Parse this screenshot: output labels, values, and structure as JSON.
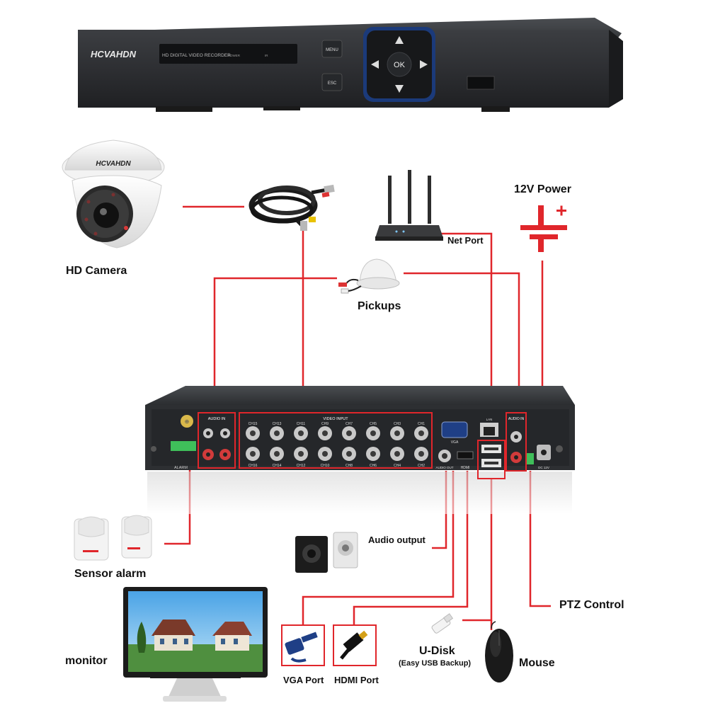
{
  "colors": {
    "wire": "#e0262b",
    "accent": "#e0262b",
    "dvr_body": "#2f3134",
    "dvr_panel": "#1c1d1f",
    "bnc_ring": "#c9c9c9"
  },
  "dvr_front": {
    "brand": "HCVAHDN",
    "model_text": "HD DIGITAL VIDEO RECORDER",
    "power_label": "POWER",
    "ir_label": "IR",
    "menu_button": "MENU",
    "esc_button": "ESC",
    "ok_button": "OK"
  },
  "camera": {
    "brand": "HCVAHDN"
  },
  "labels": {
    "hd_camera": "HD Camera",
    "net_port": "Net Port",
    "power": "12V Power",
    "pickups": "Pickups",
    "sensor_alarm": "Sensor alarm",
    "audio_output": "Audio output",
    "ptz_control": "PTZ Control",
    "monitor": "monitor",
    "vga_port": "VGA Port",
    "hdmi_port": "HDMI Port",
    "u_disk": "U-Disk",
    "u_disk_sub": "(Easy USB Backup)",
    "mouse": "Mouse"
  },
  "dvr_rear": {
    "audio_in_left": "AUDIO IN",
    "audio_in_right": "AUDIO IN",
    "video_input": "VIDEO INPUT",
    "alarm": "ALARM",
    "vga": "VGA",
    "lan": "LAN",
    "audio_out": "AUDIO OUT",
    "hdmi": "HDMI",
    "dc": "DC 12V",
    "channels_top": [
      "CH15",
      "CH13",
      "CH11",
      "CH9",
      "CH7",
      "CH5",
      "CH3",
      "CH1"
    ],
    "channels_bottom": [
      "CH16",
      "CH14",
      "CH12",
      "CH10",
      "CH8",
      "CH6",
      "CH4",
      "CH2"
    ]
  },
  "icons": [
    "dvr-front",
    "dome-camera",
    "coax-cable",
    "router",
    "dc-power-symbol",
    "microphone-pickup",
    "dvr-rear",
    "pir-sensor",
    "speakers",
    "monitor",
    "vga-connector",
    "hdmi-connector",
    "usb-disk",
    "mouse"
  ]
}
